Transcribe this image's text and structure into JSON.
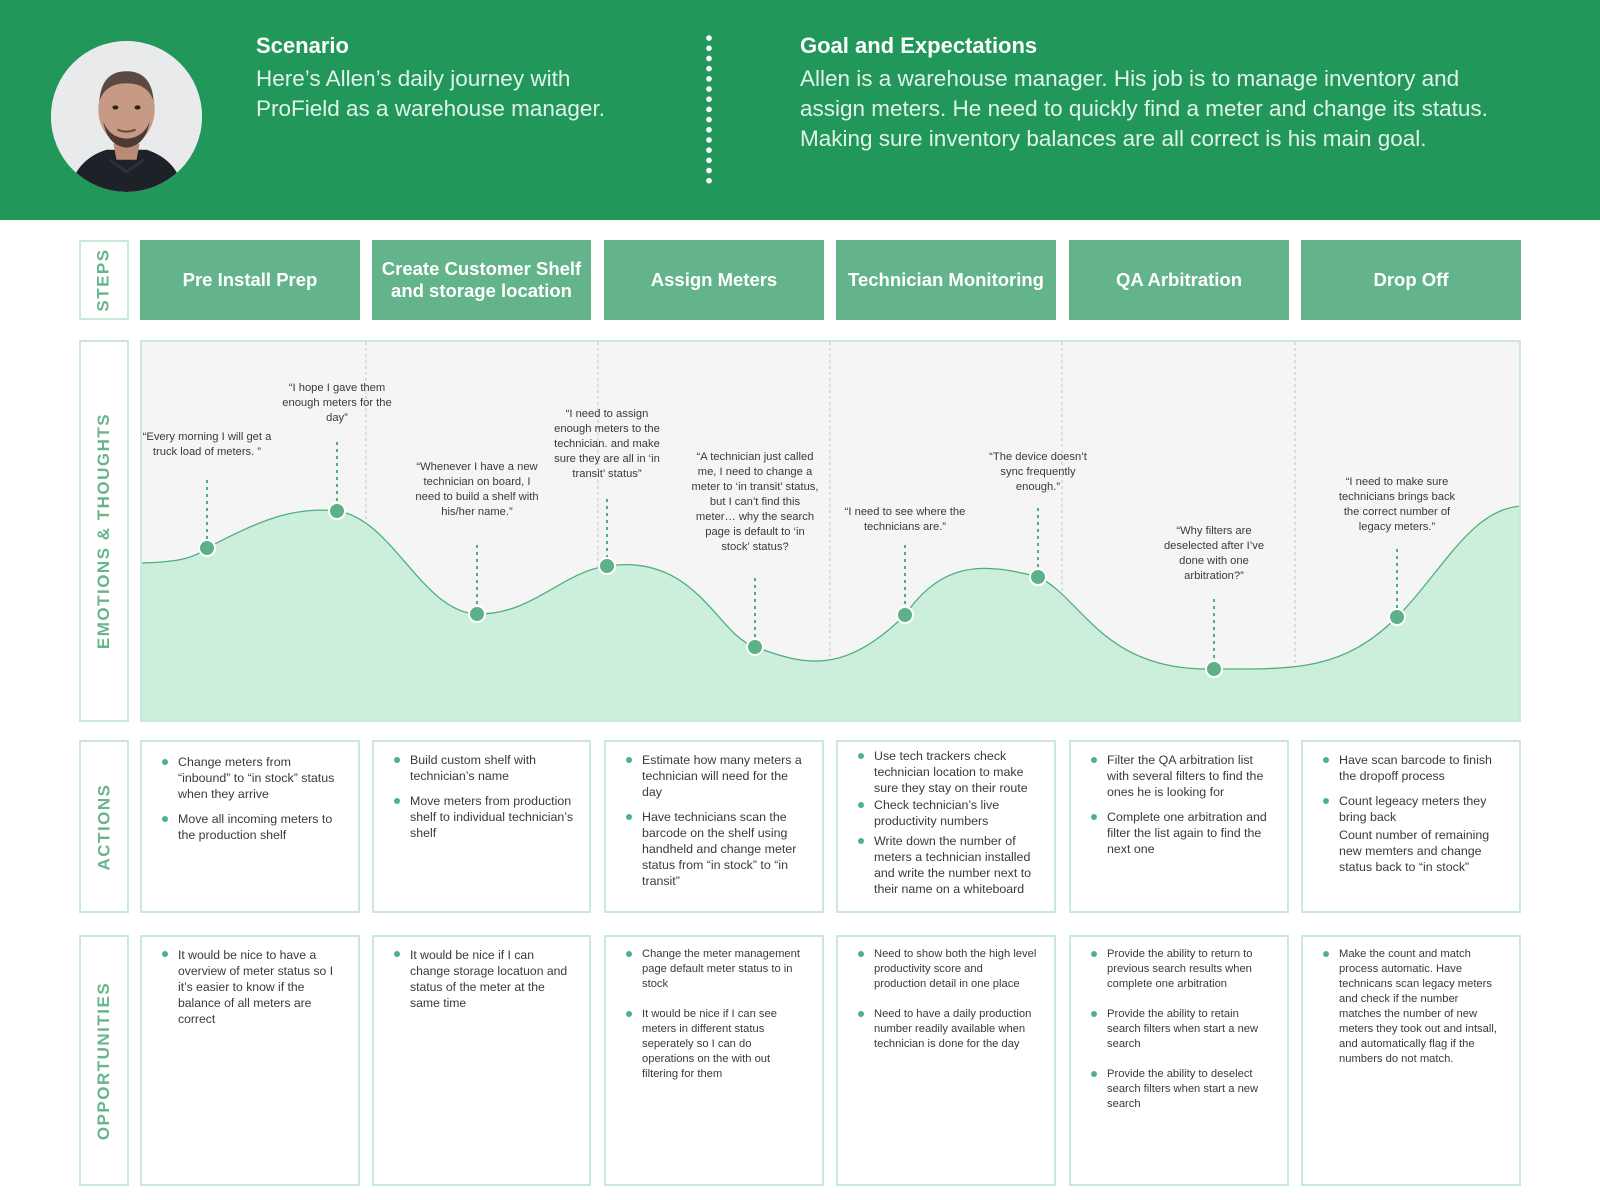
{
  "header": {
    "scenario_title": "Scenario",
    "scenario_text": "Here’s Allen’s daily journey with ProField as a warehouse manager.",
    "goal_title": "Goal and Expectations",
    "goal_text": "Allen is a warehouse manager. His job is to manage inventory and assign meters. He need to quickly find a meter and change its status. Making sure inventory balances are all correct is his main goal."
  },
  "row_labels": {
    "steps": "STEPS",
    "emotions": "EMOTIONS & THOUGHTS",
    "actions": "ACTIONS",
    "opportunities": "OPPORTUNITIES"
  },
  "steps": [
    "Pre Install Prep",
    "Create Customer Shelf and storage location",
    "Assign Meters",
    "Technician Monitoring",
    "QA Arbitration",
    "Drop Off"
  ],
  "chart_data": {
    "type": "area",
    "quotes": [
      "“Every morning I will get a truck load of meters. ”",
      "“I hope I gave them enough meters for the day”",
      "“Whenever I have a new technician on board, I need to build a shelf with his/her name.”",
      "“I need to assign enough meters to the technician. and make sure they are all in ‘in transit’ status”",
      "“A technician just called me, I need to change a meter to ‘in transit’ status, but I can’t find this meter… why the search page is default to ‘in stock’ status?",
      "“I need to see where the technicians are.”",
      "“The device doesn’t sync frequently enough.”",
      "“Why filters are deselected after I’ve done with one arbitration?”",
      "“I need to make sure technicians brings back the correct number of legacy meters.”"
    ],
    "colors": {
      "fill": "#ccefdc",
      "line": "#4fae80",
      "marker": "#5cb189"
    }
  },
  "actions": [
    [
      "Change meters from “inbound” to “in stock” status when they arrive",
      "Move all incoming meters to the production shelf"
    ],
    [
      "Build custom shelf with technician’s name",
      "Move meters from production shelf to individual technician’s shelf"
    ],
    [
      "Estimate how many meters a technician will need for the day",
      "Have technicians scan the barcode on the shelf using handheld and change meter status from “in stock” to “in transit”"
    ],
    [
      "Use tech trackers check technician location to make sure they stay on their route",
      "Check technician’s live productivity numbers",
      "Write down the number of meters a technician installed and write the number next to their name on a whiteboard"
    ],
    [
      "Filter the QA arbitration list with several filters to find the ones he is looking for",
      "Complete one arbitration and filter the list again to find the next one"
    ],
    [
      "Have scan barcode to finish the dropoff process",
      "Count legeacy meters they bring back",
      "Count number of remaining new memters and change status back to “in stock”"
    ]
  ],
  "opportunities": [
    [
      "It would be nice to have a overview of meter status so I it’s easier to know if the balance of all meters are correct"
    ],
    [
      "It would be nice if I can change storage locatuon and status of the meter at the same time"
    ],
    [
      "Change the meter management page default meter status to in stock",
      "It would be nice if I can see meters in different status seperately so I can do operations on the with out filtering for them"
    ],
    [
      "Need to show both the high level productivity score and production detail in one place",
      "Need to have a daily production number readily available when technician is done for the day"
    ],
    [
      "Provide the ability to return to previous search results when complete one arbitration",
      "Provide the ability to retain search filters when start a new search",
      "Provide the ability to deselect search filters when start a new search"
    ],
    [
      "Make the count and match process automatic. Have technicans scan legacy meters and check if the number matches the number of new meters they took out and intsall, and automatically flag if the numbers do not match."
    ]
  ]
}
